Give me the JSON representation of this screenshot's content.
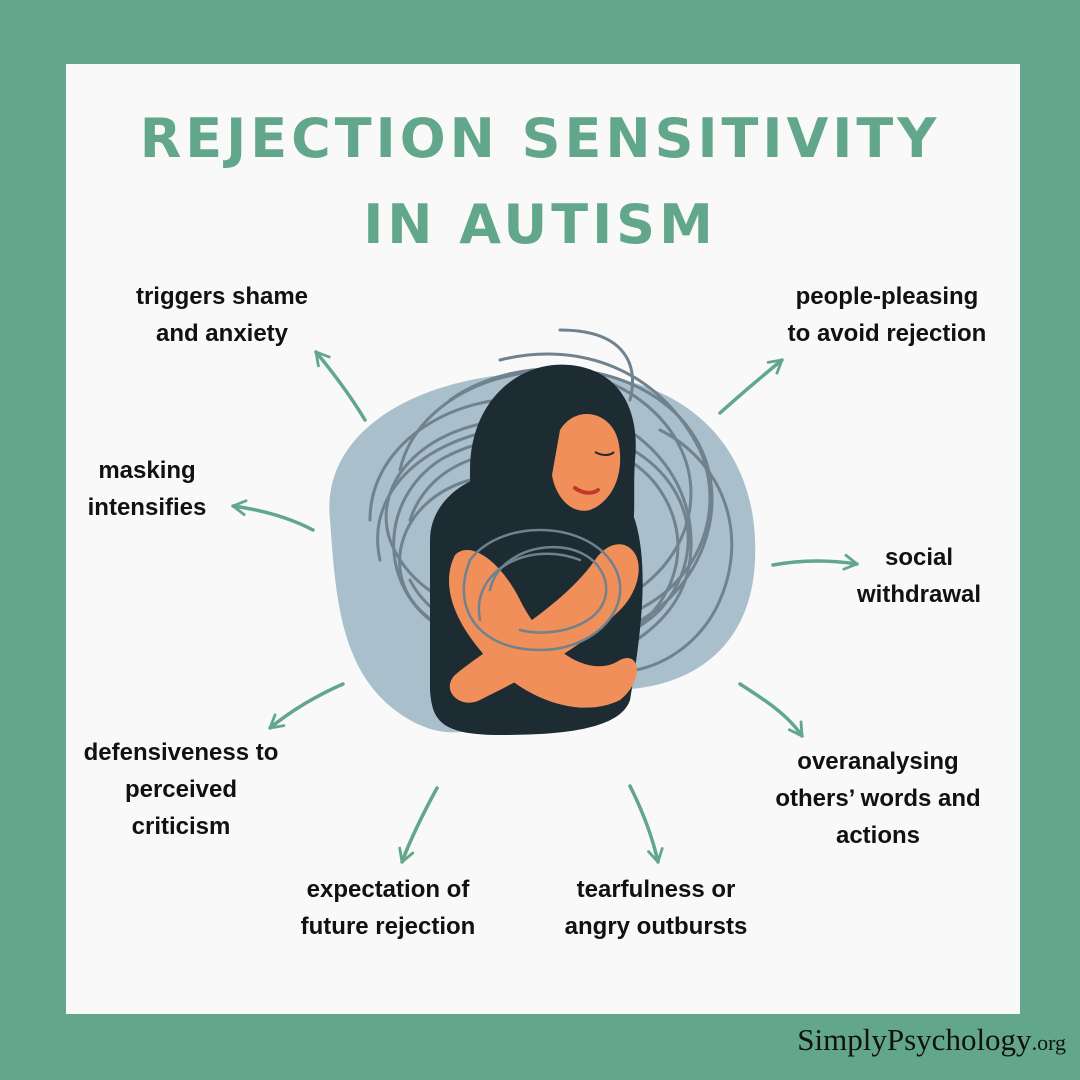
{
  "title": {
    "line1": "REJECTION SENSITIVITY",
    "line2": "IN AUTISM"
  },
  "labels": {
    "shame": [
      "triggers shame",
      "and anxiety"
    ],
    "people_pleasing": [
      "people-pleasing",
      "to avoid rejection"
    ],
    "masking": [
      "masking",
      "intensifies"
    ],
    "withdrawal": [
      "social",
      "withdrawal"
    ],
    "defensiveness": [
      "defensiveness to",
      "perceived",
      "criticism"
    ],
    "overanalysing": [
      "overanalysing",
      "others’ words and",
      "actions"
    ],
    "expectation": [
      "expectation of",
      "future rejection"
    ],
    "tearfulness": [
      "tearfulness or",
      "angry outbursts"
    ]
  },
  "footer": {
    "brand": "SimplyPsychology",
    "tld": ".org"
  },
  "colors": {
    "frame": "#62a78b",
    "card": "#f8f9f8",
    "accent": "#62a78b",
    "blob": "#a9bfcc",
    "scribble": "#6f828d",
    "hair": "#1d2b33",
    "skin": "#f08f5a"
  }
}
